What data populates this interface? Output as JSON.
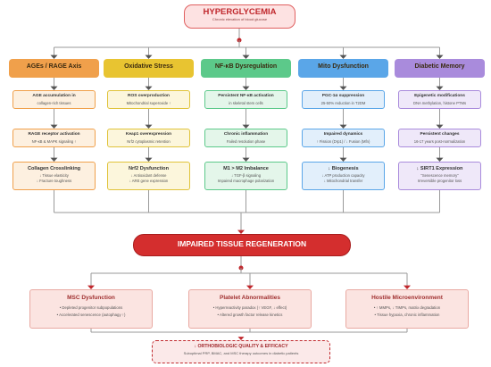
{
  "top": {
    "title": "HYPERGLYCEMIA",
    "subtitle": "Chronic elevation of blood glucose"
  },
  "columns": [
    {
      "id": "ages",
      "header": "AGEs / RAGE Axis",
      "color": "#f0a04b",
      "light": "#fdf0e0",
      "border": "#f0a04b",
      "steps": [
        {
          "title": "AGE accumulation in",
          "sub": "collagen-rich tissues"
        },
        {
          "title": "RAGE receptor activation",
          "sub": "NF-κB & MAPK signaling ↑"
        },
        {
          "title": "Collagen Crosslinking",
          "lines": [
            "↓ Tissue elasticity",
            "↓ Fracture toughness"
          ]
        }
      ]
    },
    {
      "id": "ox",
      "header": "Oxidative Stress",
      "color": "#e8c431",
      "light": "#fcf6dc",
      "border": "#e0c33a",
      "steps": [
        {
          "title": "ROS overproduction",
          "sub": "Mitochondrial superoxide ↑"
        },
        {
          "title": "Keap1 overexpression",
          "sub": "Nrf2 cytoplasmic retention"
        },
        {
          "title": "Nrf2 Dysfunction",
          "lines": [
            "↓ Antioxidant defense",
            "↓ ARE gene expression"
          ]
        }
      ]
    },
    {
      "id": "nfkb",
      "header": "NF-κB Dysregulation",
      "color": "#5cc98a",
      "light": "#e4f6ea",
      "border": "#5cc98a",
      "steps": [
        {
          "title": "Persistent NF-κB activation",
          "sub": "in skeletal stem cells"
        },
        {
          "title": "Chronic inflammation",
          "sub": "Failed resolution phase"
        },
        {
          "title": "M1 > M2 Imbalance",
          "lines": [
            "↓ TGF-β signaling",
            "Impaired macrophage polarization"
          ]
        }
      ]
    },
    {
      "id": "mito",
      "header": "Mito Dysfunction",
      "color": "#5aa6e8",
      "light": "#e2effb",
      "border": "#5aa6e8",
      "steps": [
        {
          "title": "PGC-1α suppression",
          "sub": "25-50% reduction in T2DM"
        },
        {
          "title": "Impaired dynamics",
          "sub": "↑ Fission (Drp1) / ↓ Fusion (Mfn)"
        },
        {
          "title": "↓ Biogenesis",
          "lines": [
            "↓ ATP production capacity",
            "↓ Mitochondrial transfer"
          ]
        }
      ]
    },
    {
      "id": "mem",
      "header": "Diabetic Memory",
      "color": "#a98bdc",
      "light": "#efe8f9",
      "border": "#a98bdc",
      "steps": [
        {
          "title": "Epigenetic modifications",
          "sub": "DNA methylation, histone PTMs"
        },
        {
          "title": "Persistent changes",
          "sub": "16-17 years post-normalization"
        },
        {
          "title": "↓ SIRT1 Expression",
          "lines": [
            "\"Senescence memory\"",
            "Irreversible progenitor loss"
          ]
        }
      ]
    }
  ],
  "center": {
    "title": "IMPAIRED TISSUE REGENERATION"
  },
  "bottom": [
    {
      "title": "MSC Dysfunction",
      "lines": [
        "• Depleted progenitor subpopulations",
        "• Accelerated senescence (autophagy ↑)"
      ]
    },
    {
      "title": "Platelet Abnormalities",
      "lines": [
        "• Hyperreactivity paradox (↑ VEGF, ↓ effect)",
        "• Altered growth factor release kinetics"
      ]
    },
    {
      "title": "Hostile Microenvironment",
      "lines": [
        "• ↑ MMPs, ↓ TIMPs, matrix degradation",
        "• Tissue hypoxia, chronic inflammation"
      ]
    }
  ],
  "footer": {
    "title": "↓ ORTHOBIOLOGIC QUALITY & EFFICACY",
    "sub": "Suboptimal PRP, BMAC, and MSC therapy outcomes in diabetic patients"
  }
}
